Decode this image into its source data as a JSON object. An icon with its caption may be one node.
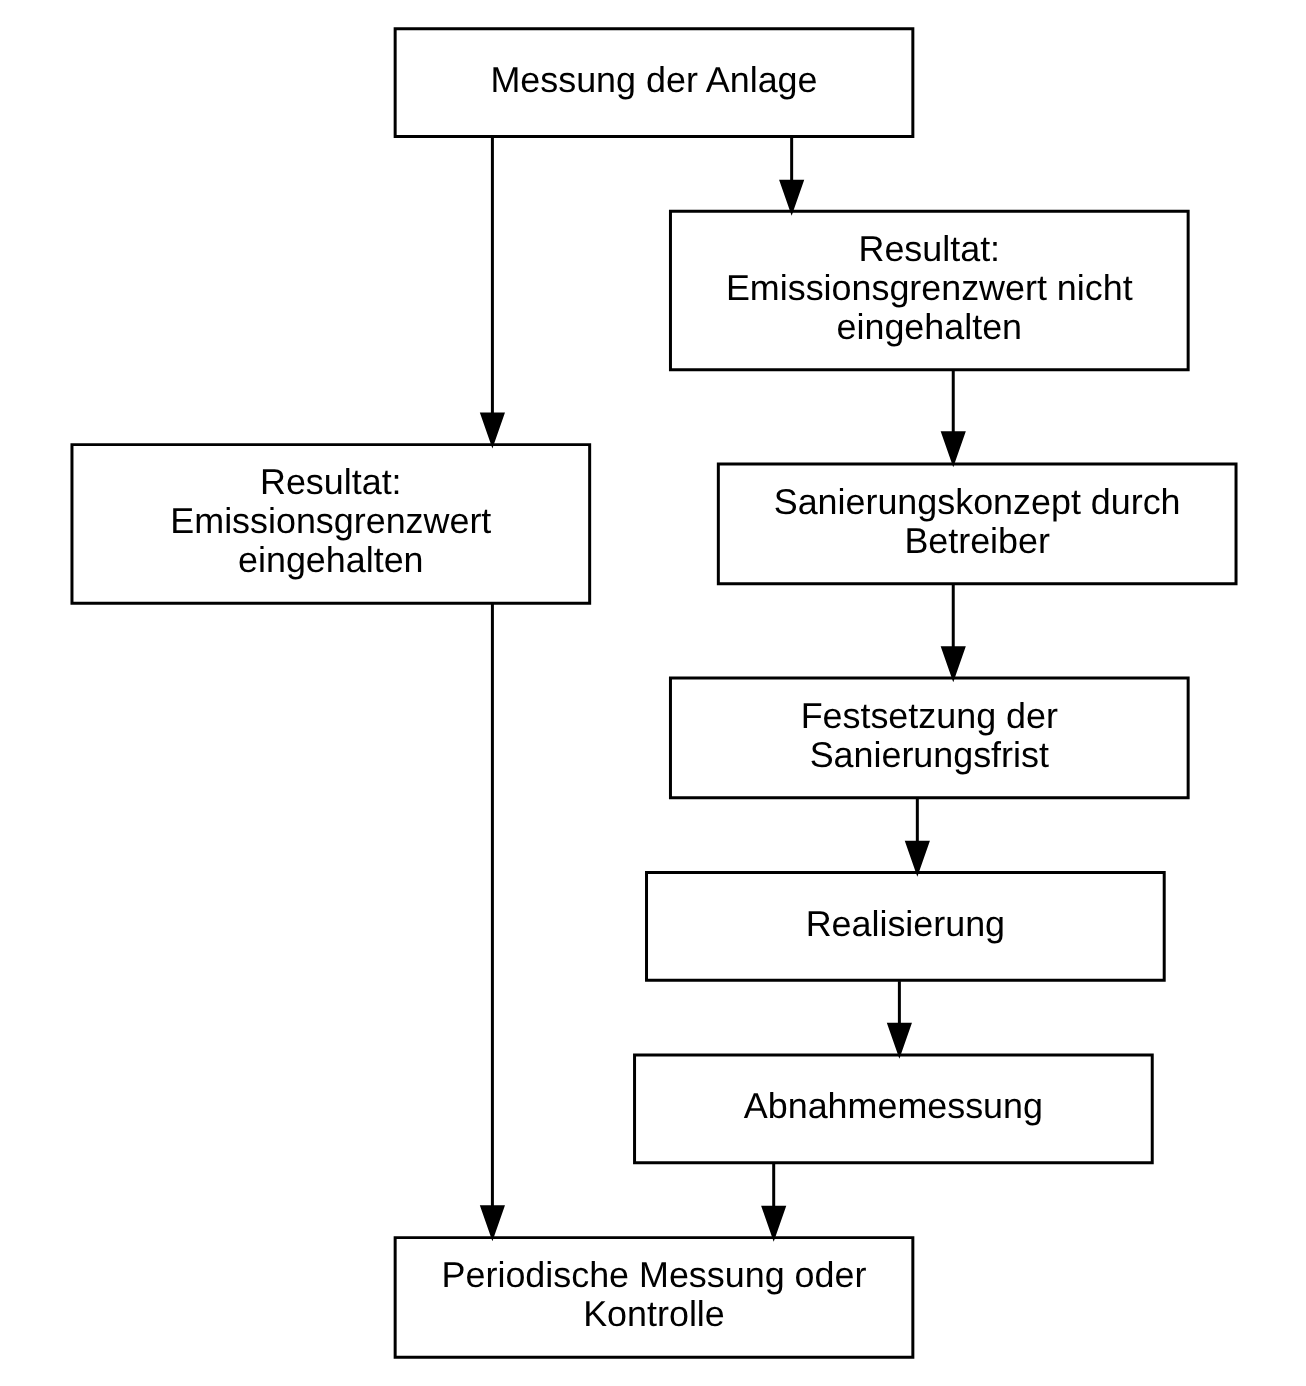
{
  "diagram": {
    "nodes": [
      {
        "text": [
          "Messung der Anlage"
        ]
      },
      {
        "text": [
          "Resultat: Emissionsgrenzwert eingehalten"
        ]
      },
      {
        "text": [
          "Resultat: Emissionsgrenzwert nicht eingehalten"
        ]
      },
      {
        "text": [
          "Sanierungskonzept durch Betreiber"
        ]
      },
      {
        "text": [
          "Festsetzung der Sanierungsfrist"
        ]
      },
      {
        "text": [
          "Realisierung"
        ]
      },
      {
        "text": [
          "Abnahmemessung"
        ]
      },
      {
        "text": [
          "Periodische Messung oder Kontrolle"
        ]
      }
    ],
    "edges": [
      {
        "from": 0,
        "to": 1,
        "arrow": "to"
      },
      {
        "from": 0,
        "to": 2,
        "arrow": "to"
      },
      {
        "from": 2,
        "to": 3,
        "arrow": "to"
      },
      {
        "from": 3,
        "to": 4,
        "arrow": "to"
      },
      {
        "from": 4,
        "to": 5,
        "arrow": "to"
      },
      {
        "from": 5,
        "to": 6,
        "arrow": "to"
      },
      {
        "from": 1,
        "to": 7,
        "arrow": "to"
      },
      {
        "from": 6,
        "to": 7,
        "arrow": "to"
      }
    ]
  }
}
